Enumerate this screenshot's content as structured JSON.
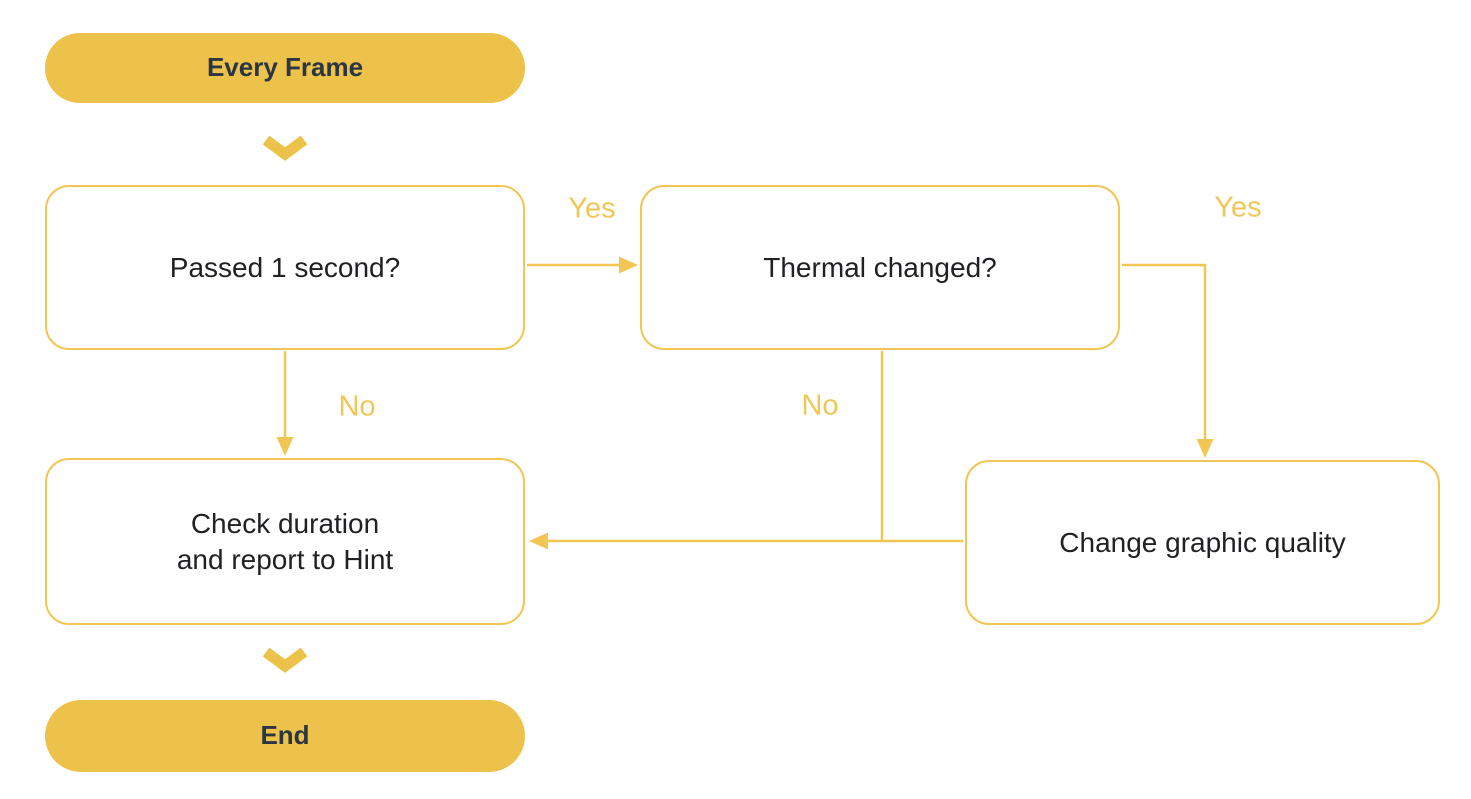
{
  "diagram": {
    "type": "flowchart",
    "title": "Every frame thermal / graphic quality check flow",
    "nodes": {
      "start": {
        "kind": "terminator",
        "label": "Every Frame"
      },
      "passed_one_second": {
        "kind": "decision",
        "label": "Passed 1 second?"
      },
      "thermal_changed": {
        "kind": "decision",
        "label": "Thermal changed?"
      },
      "check_duration": {
        "kind": "process",
        "label": "Check duration\nand report to Hint"
      },
      "change_graphic_quality": {
        "kind": "process",
        "label": "Change graphic quality"
      },
      "end": {
        "kind": "terminator",
        "label": "End"
      }
    },
    "edges": {
      "passed_yes": {
        "from": "passed_one_second",
        "to": "thermal_changed",
        "label": "Yes"
      },
      "passed_no": {
        "from": "passed_one_second",
        "to": "check_duration",
        "label": "No"
      },
      "thermal_yes": {
        "from": "thermal_changed",
        "to": "change_graphic_quality",
        "label": "Yes"
      },
      "thermal_no": {
        "from": "thermal_changed",
        "to": "check_duration",
        "label": "No"
      },
      "change_to_check": {
        "from": "change_graphic_quality",
        "to": "check_duration",
        "label": ""
      },
      "start_to_passed": {
        "from": "start",
        "to": "passed_one_second",
        "label": ""
      },
      "check_to_end": {
        "from": "check_duration",
        "to": "end",
        "label": ""
      }
    },
    "colors": {
      "accent": "#F1C654",
      "solid": "#EDC24B",
      "pill_text": "#2A3642",
      "node_text": "#202124",
      "bg": "#FFFFFF"
    }
  }
}
